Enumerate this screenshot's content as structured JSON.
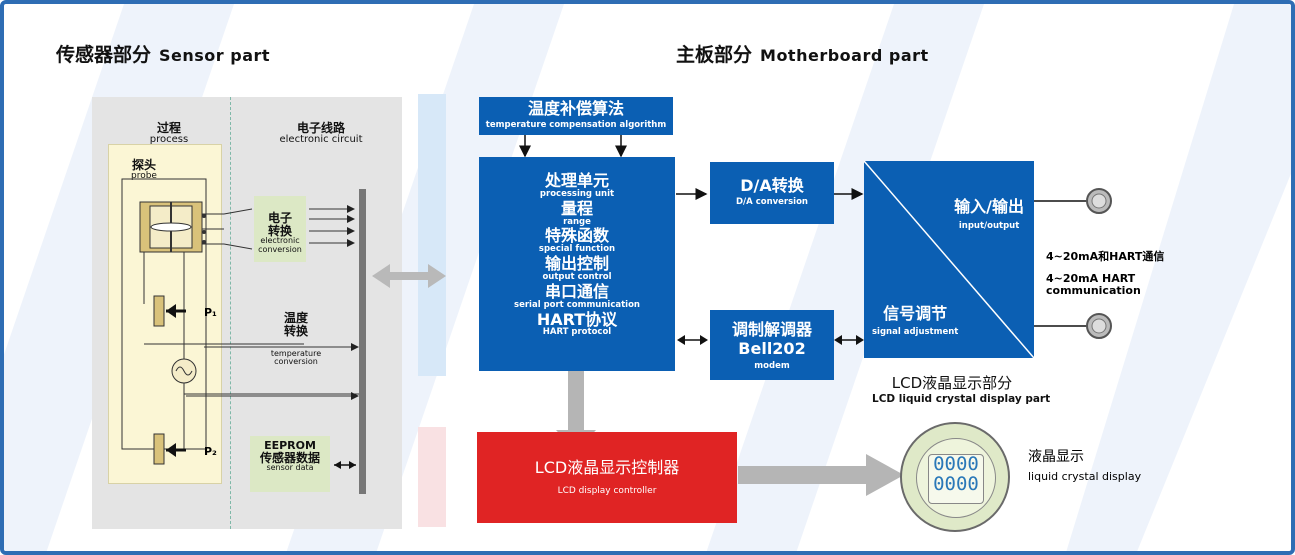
{
  "sensor_part": {
    "title_zh": "传感器部分",
    "title_en": "Sensor part",
    "process_zh": "过程",
    "process_en": "process",
    "circuit_zh": "电子线路",
    "circuit_en": "electronic circuit",
    "probe_zh": "探头",
    "probe_en": "probe",
    "conv_zh_1": "电子",
    "conv_zh_2": "转换",
    "conv_en_1": "electronic",
    "conv_en_2": "conversion",
    "p1": "P₁",
    "p2": "P₂",
    "temp_zh_1": "温度",
    "temp_zh_2": "转换",
    "temp_en_1": "temperature",
    "temp_en_2": "conversion",
    "eeprom": "EEPROM",
    "sensor_data_zh": "传感器数据",
    "sensor_data_en": "sensor data"
  },
  "motherboard_part": {
    "title_zh": "主板部分",
    "title_en": "Motherboard part",
    "temp_comp_zh": "温度补偿算法",
    "temp_comp_en": "temperature compensation algorithm",
    "pu_zh": "处理单元",
    "pu_en": "processing unit",
    "range_zh": "量程",
    "range_en": "range",
    "special_zh": "特殊函数",
    "special_en": "special function",
    "output_zh": "输出控制",
    "output_en": "output control",
    "serial_zh": "串口通信",
    "serial_en": "serial port communication",
    "hart_zh": "HART协议",
    "hart_en": "HART protocol",
    "da_zh": "D/A转换",
    "da_en": "D/A conversion",
    "modem_zh": "调制解调器",
    "modem_model": "Bell202",
    "modem_en": "modem",
    "io_zh": "输入/输出",
    "io_en": "input/output",
    "signal_zh": "信号调节",
    "signal_en": "signal adjustment",
    "comm_zh": "4~20mA和HART通信",
    "comm_en_1": "4~20mA HART",
    "comm_en_2": "communication",
    "lcd_part_zh": "LCD液晶显示部分",
    "lcd_part_en": "LCD liquid crystal display part",
    "lcd_ctrl_zh": "LCD液晶显示控制器",
    "lcd_ctrl_en": "LCD display controller",
    "display_digits": "0000",
    "display_zh": "液晶显示",
    "display_en": "liquid  crystal  display"
  },
  "colors": {
    "blue": "#0b5fb3",
    "red": "#e02424",
    "frame": "#2e6db4"
  }
}
